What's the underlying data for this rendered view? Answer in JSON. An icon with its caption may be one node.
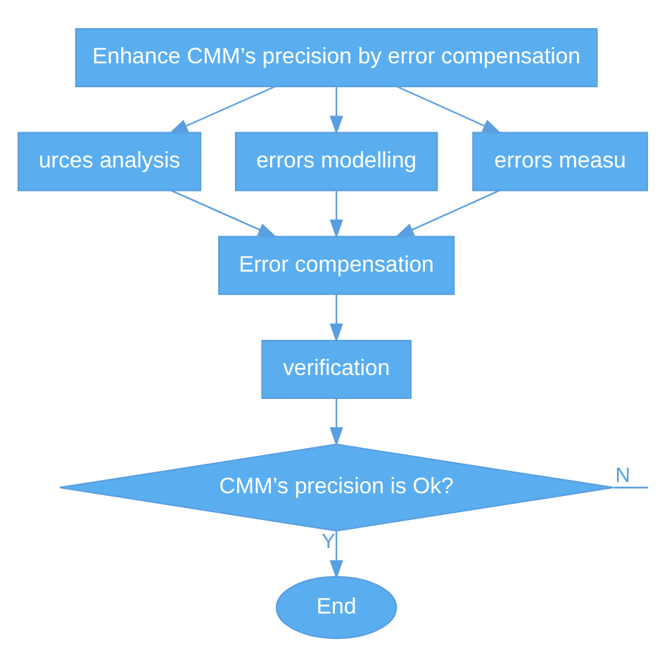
{
  "diagram": {
    "nodes": [
      {
        "text": [
          "Enhance CMM’s precision by error compensation"
        ]
      },
      {
        "text": [
          "urces analysis"
        ]
      },
      {
        "text": [
          "errors modelling"
        ]
      },
      {
        "text": [
          "errors measu"
        ]
      },
      {
        "text": [
          "Error compensation"
        ]
      },
      {
        "text": [
          "verification"
        ]
      },
      {
        "text": [
          "CMM’s precision is Ok?"
        ]
      },
      {
        "text": [
          "End"
        ]
      }
    ],
    "edges": [
      {
        "from": 0,
        "to": 1,
        "arrow": "to"
      },
      {
        "from": 0,
        "to": 2,
        "arrow": "to"
      },
      {
        "from": 0,
        "to": 3,
        "arrow": "to"
      },
      {
        "from": 1,
        "to": 4,
        "arrow": "to"
      },
      {
        "from": 2,
        "to": 4,
        "arrow": "to"
      },
      {
        "from": 3,
        "to": 4,
        "arrow": "to"
      },
      {
        "from": 4,
        "to": 5,
        "arrow": "to"
      },
      {
        "from": 5,
        "to": 6,
        "arrow": "to"
      },
      {
        "from": 6,
        "to": 7,
        "label": "Y",
        "arrow": "to"
      },
      {
        "from": 6,
        "to": null,
        "label": "N",
        "arrow": "none"
      }
    ]
  }
}
